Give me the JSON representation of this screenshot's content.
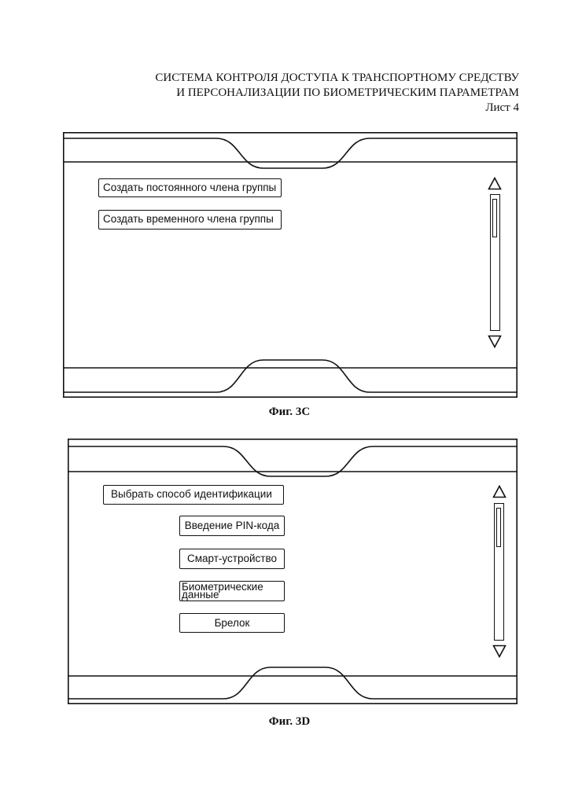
{
  "header": {
    "title_line1": "СИСТЕМА КОНТРОЛЯ ДОСТУПА К ТРАНСПОРТНОМУ СРЕДСТВУ",
    "title_line2": "И ПЕРСОНАЛИЗАЦИИ ПО БИОМЕТРИЧЕСКИМ ПАРАМЕТРАМ",
    "sheet": "Лист 4"
  },
  "fig3c": {
    "buttons": {
      "permanent_member": "Создать постоянного члена группы",
      "temporary_member": "Создать временного члена группы"
    },
    "caption": "Фиг. 3С"
  },
  "fig3d": {
    "buttons": {
      "choose_method": "Выбрать способ идентификации",
      "pin_code": "Введение PIN-кода",
      "smart_device": "Смарт-устройство",
      "biometric_line1": "Биометрические",
      "biometric_line2": "данные",
      "key_fob": "Брелок"
    },
    "caption": "Фиг. 3D"
  }
}
